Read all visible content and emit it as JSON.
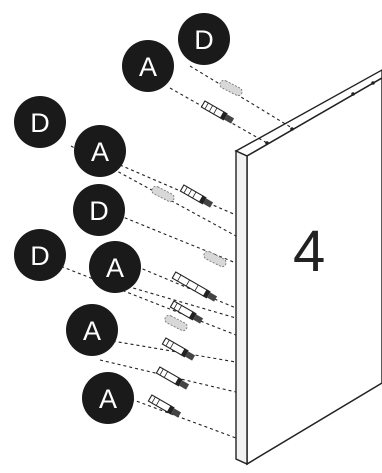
{
  "diagram": {
    "panel_label": "4",
    "part_labels": {
      "dowel": "D",
      "cam_bolt": "A"
    },
    "badges": [
      {
        "id": "d1",
        "part": "dowel"
      },
      {
        "id": "a1",
        "part": "cam_bolt"
      },
      {
        "id": "d2",
        "part": "dowel"
      },
      {
        "id": "a2",
        "part": "cam_bolt"
      },
      {
        "id": "d3",
        "part": "dowel"
      },
      {
        "id": "d4",
        "part": "dowel"
      },
      {
        "id": "a3",
        "part": "cam_bolt"
      },
      {
        "id": "a4",
        "part": "cam_bolt"
      },
      {
        "id": "a5",
        "part": "cam_bolt"
      }
    ],
    "colors": {
      "badge_fill": "#1a1a1a",
      "badge_text": "#ffffff",
      "panel_face": "#f4f4f4",
      "line": "#222222"
    }
  }
}
